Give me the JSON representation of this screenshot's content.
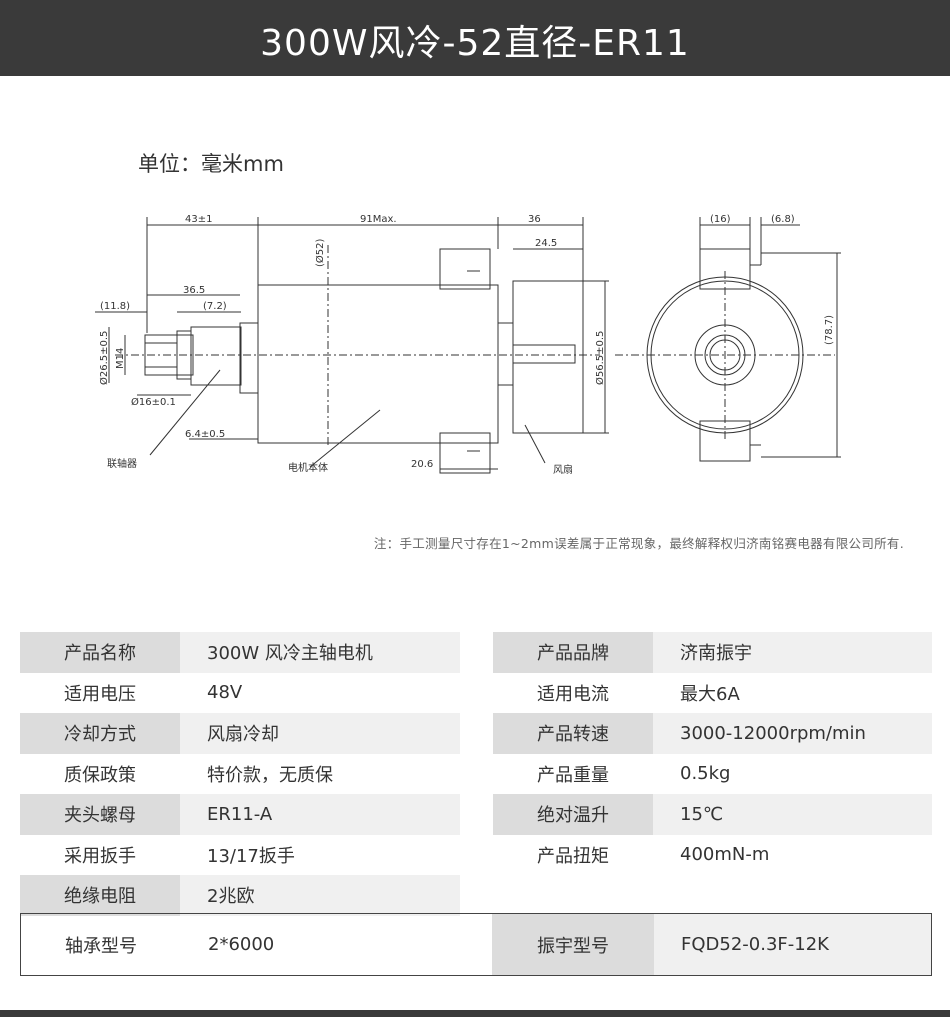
{
  "header": {
    "title": "300W风冷-52直径-ER11"
  },
  "unit_label": "单位：毫米mm",
  "drawing": {
    "dims": {
      "d43": "43±1",
      "d91": "91Max.",
      "d36": "36",
      "d245": "24.5",
      "d52": "(Ø52)",
      "d365": "36.5",
      "d118": "(11.8)",
      "d72": "(7.2)",
      "d265": "Ø26.5±0.5",
      "m14": "M14",
      "d16": "Ø16±0.1",
      "d64": "6.4±0.5",
      "d565": "Ø56.5±0.5",
      "d206": "20.6",
      "r16": "(16)",
      "r68": "(6.8)",
      "r787": "(78.7)"
    },
    "labels": {
      "coupling": "联轴器",
      "body": "电机本体",
      "fan": "风扇"
    }
  },
  "note": "注：手工测量尺寸存在1~2mm误差属于正常现象，最终解释权归济南铭赛电器有限公司所有.",
  "spec": {
    "rows": [
      [
        "产品名称",
        "300W 风冷主轴电机",
        "产品品牌",
        "济南振宇"
      ],
      [
        "适用电压",
        "48V",
        "适用电流",
        "最大6A"
      ],
      [
        "冷却方式",
        "风扇冷却",
        "产品转速",
        "3000-12000rpm/min"
      ],
      [
        "质保政策",
        "特价款，无质保",
        "产品重量",
        "0.5kg"
      ],
      [
        "夹头螺母",
        "ER11-A",
        "绝对温升",
        "15℃"
      ],
      [
        "采用扳手",
        "13/17扳手",
        "产品扭矩",
        "400mN-m"
      ],
      [
        "绝缘电阻",
        "2兆欧",
        "",
        ""
      ]
    ],
    "last": [
      "轴承型号",
      "2*6000",
      "振宇型号",
      "FQD52-0.3F-12K"
    ]
  }
}
